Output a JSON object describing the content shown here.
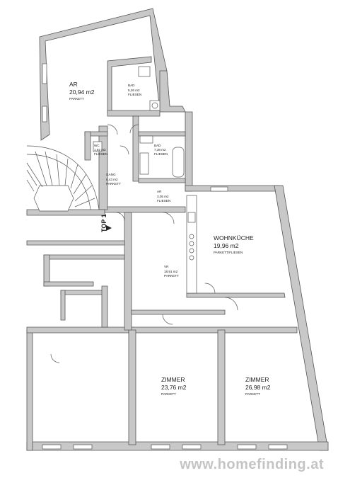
{
  "rooms": {
    "ar_large": {
      "name": "AR",
      "area": "20,94 m2",
      "floor": "PARKETT"
    },
    "bad_top": {
      "name": "BAD",
      "area": "5,26 m2",
      "floor": "FLIESEN"
    },
    "wc": {
      "name": "WC",
      "area": "1,92 m2",
      "floor": "FLIESEN"
    },
    "bad_mid": {
      "name": "BAD",
      "area": "7,38 m2",
      "floor": "FLIESEN"
    },
    "gang": {
      "name": "GANG",
      "area": "6,43 m2",
      "floor": "PARKETT"
    },
    "ar_small": {
      "name": "AR",
      "area": "3,05 m2",
      "floor": "FLIESEN"
    },
    "wohnkueche": {
      "name": "WOHNKÜCHE",
      "area": "19,96 m2",
      "floor": "PARKETT/FLIESEN"
    },
    "vr": {
      "name": "VR",
      "area": "18,91 m2",
      "floor": "PARKETT"
    },
    "zimmer_left": {
      "name": "ZIMMER",
      "area": "23,76 m2",
      "floor": "PARKETT"
    },
    "zimmer_right": {
      "name": "ZIMMER",
      "area": "26,98 m2",
      "floor": "PARKETT"
    }
  },
  "entrance_label": "TOP 1",
  "watermark": "www.homefinding.at"
}
